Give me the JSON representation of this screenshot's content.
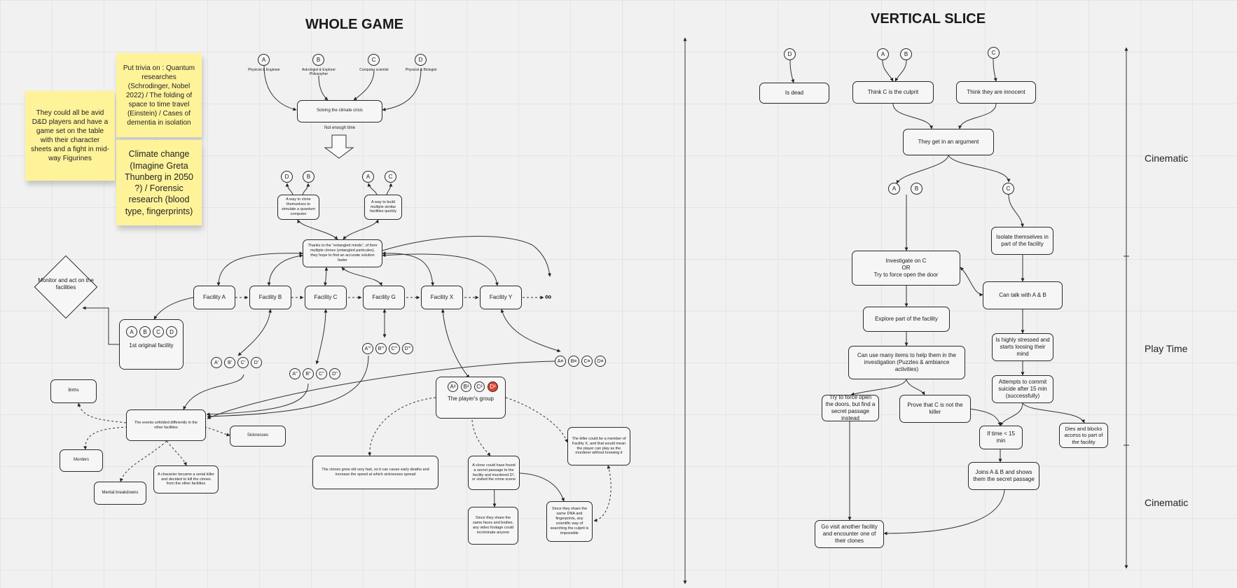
{
  "whole_game": {
    "title": "WHOLE GAME",
    "characters": [
      {
        "letter": "A",
        "role": "Physicist & Engineer"
      },
      {
        "letter": "B",
        "role": "Astrologist & Explorer Philosopher"
      },
      {
        "letter": "C",
        "role": "Computer scientist"
      },
      {
        "letter": "D",
        "role": "Physicist & Biologist"
      }
    ],
    "goal": "Solving the climate crisis",
    "goal_note": "Not enough time",
    "branch_left": {
      "letters": [
        "D",
        "B"
      ],
      "text": "A way to clone themselves to simulate a quantum computer"
    },
    "branch_right": {
      "letters": [
        "A",
        "C"
      ],
      "text": "A way to build multiple similar facilities quickly"
    },
    "entangled": "Thanks to the \"entangled minds\", of their multiple clones (entangled particules), they hope to find an accurate solution faster",
    "facilities": [
      "Facility A",
      "Facility B",
      "Facility C",
      "Facility G",
      "Facility X",
      "Facility Y"
    ],
    "infinity": "∞",
    "monitor": "Monitor and act on the facilities",
    "original": {
      "letters": [
        "A",
        "B",
        "C",
        "D"
      ],
      "text": "1st original facility"
    },
    "clone_sets": {
      "b": [
        "A'",
        "B'",
        "C'",
        "D'"
      ],
      "c": [
        "A''",
        "B''",
        "C''",
        "D''"
      ],
      "g": [
        "A'''",
        "B'''",
        "C'''",
        "D'''"
      ],
      "y": [
        "A¤",
        "B¤",
        "C¤",
        "D¤"
      ]
    },
    "events": "The events unfolded differently in the other facilities",
    "births": "Births",
    "murders": "Murders",
    "sicknesses": "Sicknesses",
    "breakdowns": "Mental breakdowns",
    "serial_killer": "A character became a serial killer and decided to kill the clones from the other facilities",
    "players_group": {
      "letters": [
        "A²",
        "B²",
        "C²",
        "D²"
      ],
      "title": "The player's group"
    },
    "clones_grew": "The clones grew old very fast, so it can cause early deaths and increase the speed at which sicknesses spread",
    "secret_passage": "A clone could have found a secret passage to the facility and murdered D², or visited the crime scene",
    "killer_member": "The killer could be a member of Facility X, and that would mean the player can play as the murderer without knowing it",
    "same_faces": "Since they share the same faces and bodies, any video footage could incriminate anyone",
    "same_dna": "Since they share the same DNA and fingerprints, any scientific way of searching the culprit is impossible"
  },
  "notes": {
    "dnd": "They could all be avid D&D players and have a game set on the table with their character sheets and a fight in mid-way Figurines",
    "trivia": "Put trivia on : Quantum researches (Schrodinger, Nobel 2022) / The folding of space to time travel (Einstein) / Cases of dementia in isolation",
    "climate": "Climate change (Imagine Greta Thunberg in 2050 ?) / Forensic research (blood type, fingerprints)"
  },
  "vertical_slice": {
    "title": "VERTICAL SLICE",
    "is_dead": "Is dead",
    "think_culprit": "Think C is the culprit",
    "think_innocent": "Think they are innocent",
    "argument": "They get in an argument",
    "investigate": [
      "Investigate on C",
      "OR",
      "Try to force open the door"
    ],
    "isolate": "Isolate themselves in part of the facility",
    "talk": "Can talk with A & B",
    "explore": "Explore part of the facility",
    "stressed": "Is highly stressed and starts loosing their mind",
    "items": "Can use many items to help them in the investigation (Puzzles & ambiance activities)",
    "suicide": "Attempts to commit suicide after 15 min (successfully)",
    "force_doors": "Try to force open the doors, but find a secret passage instead",
    "prove": "Prove that C is not the killer",
    "if_time": "If time < 15 min",
    "dies": "Dies and blocks access to part of the facility",
    "joins": "Joins A & B and shows them the secret passage",
    "visit": "Go visit another facility and encounter one of their clones",
    "letters": {
      "d": "D",
      "a": "A",
      "b": "B",
      "c": "C"
    }
  },
  "sections": [
    "Cinematic",
    "Play Time",
    "Cinematic"
  ],
  "colors": {
    "sticky": "#fff39a",
    "victim": "#e0402f",
    "background": "#f1f1f1"
  }
}
